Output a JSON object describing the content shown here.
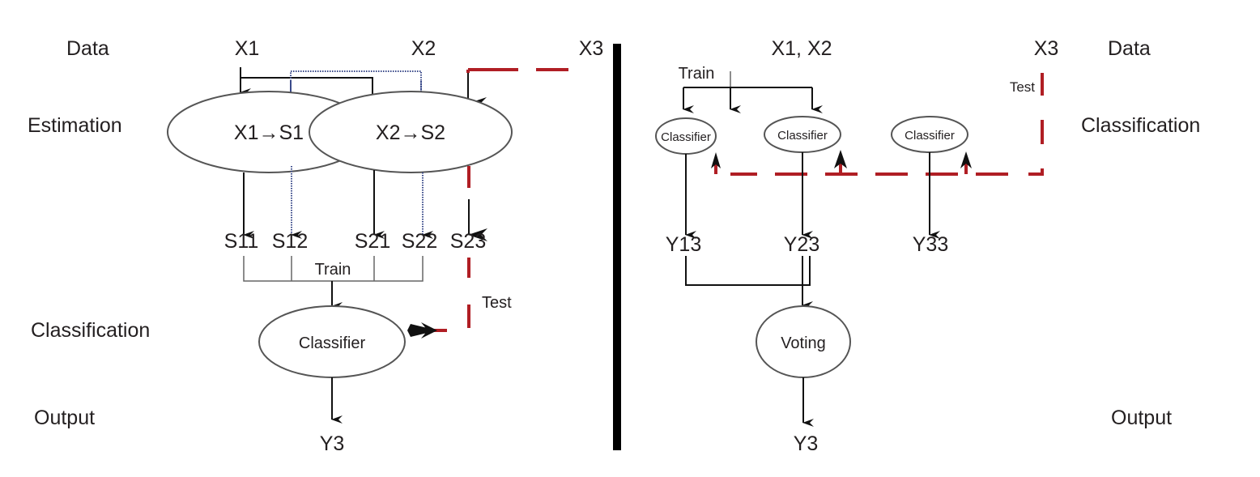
{
  "left_panel": {
    "stages": {
      "data": "Data",
      "estimation": "Estimation",
      "classification": "Classification",
      "output": "Output"
    },
    "inputs": [
      "X1",
      "X2",
      "X3"
    ],
    "estimators": [
      "X1→S1",
      "X2→S2"
    ],
    "features": [
      "S11",
      "S12",
      "S21",
      "S22",
      "S23"
    ],
    "train_label": "Train",
    "test_label": "Test",
    "classifier_label": "Classifier",
    "output_label": "Y3"
  },
  "right_panel": {
    "stages": {
      "data": "Data",
      "classification": "Classification",
      "output": "Output"
    },
    "train_input": "X1, X2",
    "test_input": "X3",
    "train_label": "Train",
    "test_label": "Test",
    "classifiers": [
      "Classifier",
      "Classifier",
      "Classifier"
    ],
    "predictions": [
      "Y13",
      "Y23",
      "Y33"
    ],
    "voting_label": "Voting",
    "output_label": "Y3"
  },
  "colors": {
    "test_path": "#b01e24",
    "train_path": "#111111",
    "secondary_path": "#3a4a8a",
    "divider": "#000000"
  }
}
